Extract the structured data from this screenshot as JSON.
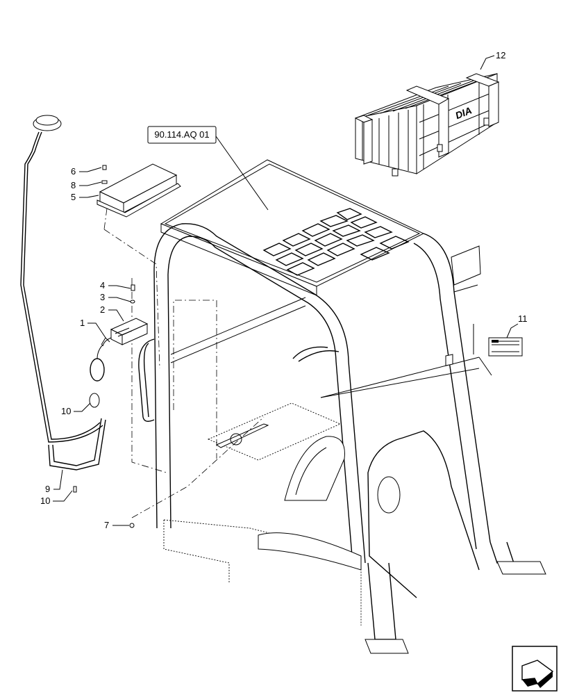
{
  "reference_box": {
    "label": "90.114.AQ 01"
  },
  "callouts": [
    {
      "id": "c6",
      "text": "6"
    },
    {
      "id": "c8",
      "text": "8"
    },
    {
      "id": "c5",
      "text": "5"
    },
    {
      "id": "c4",
      "text": "4"
    },
    {
      "id": "c3",
      "text": "3"
    },
    {
      "id": "c2",
      "text": "2"
    },
    {
      "id": "c1",
      "text": "1"
    },
    {
      "id": "c10a",
      "text": "10"
    },
    {
      "id": "c9",
      "text": "9"
    },
    {
      "id": "c10b",
      "text": "10"
    },
    {
      "id": "c7",
      "text": "7"
    },
    {
      "id": "c11",
      "text": "11"
    },
    {
      "id": "c12",
      "text": "12"
    }
  ],
  "crate_logo": "DIA",
  "nav_icon": "next-page-arrow-icon"
}
